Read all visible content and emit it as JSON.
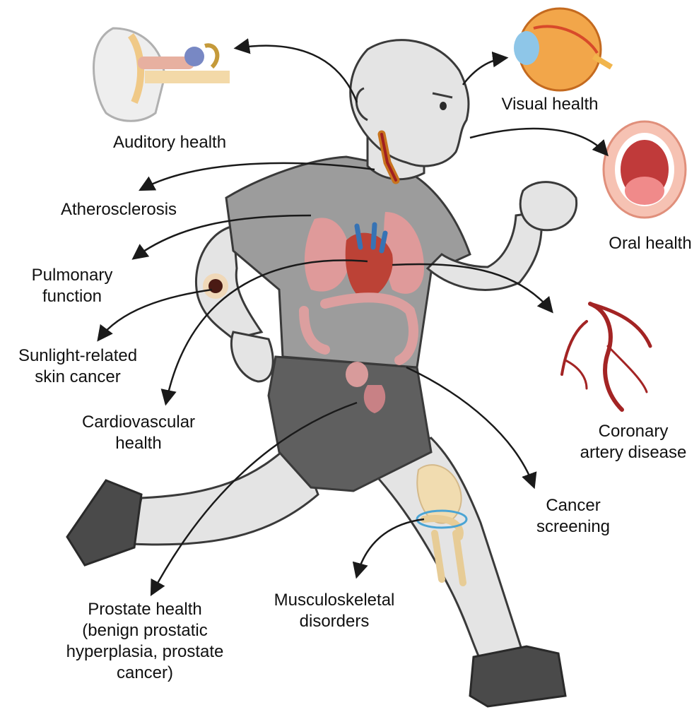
{
  "labels": {
    "auditory": "Auditory health",
    "visual": "Visual health",
    "oral": "Oral health",
    "atherosclerosis": "Atherosclerosis",
    "pulmonary": [
      "Pulmonary",
      "function"
    ],
    "skin": [
      "Sunlight-related",
      "skin cancer"
    ],
    "cardio": [
      "Cardiovascular",
      "health"
    ],
    "coronary": [
      "Coronary",
      "artery disease"
    ],
    "cancer": [
      "Cancer",
      "screening"
    ],
    "musculo": [
      "Musculoskeletal",
      "disorders"
    ],
    "prostate": [
      "Prostate health",
      "(benign prostatic",
      "hyperplasia, prostate",
      "cancer)"
    ]
  },
  "colors": {
    "skin": "#e6e6e6",
    "outline": "#3a3a3a",
    "shirt": "#9c9c9c",
    "shorts": "#5f5f5f",
    "shoe": "#4a4a4a",
    "organ": "#e79a9a",
    "heart": "#c0392b",
    "vessel": "#a32424",
    "bone": "#f1dcb0"
  }
}
